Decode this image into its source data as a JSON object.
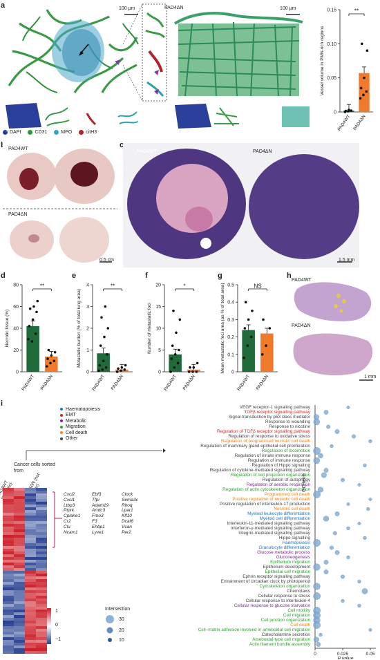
{
  "panels": {
    "a": "a",
    "b": "b",
    "c": "c",
    "d": "d",
    "e": "e",
    "f": "f",
    "g": "g",
    "h": "h",
    "i": "i"
  },
  "panel_a": {
    "wt_label": "PAD4WT",
    "dn_label": "PAD4ΔN",
    "scale1": "100 μm",
    "scale2": "100 μm",
    "legend": [
      {
        "name": "DAPI",
        "color": "#2a3f9a"
      },
      {
        "name": "CD31",
        "color": "#2e9a3e"
      },
      {
        "name": "MPO",
        "color": "#36a3c4"
      },
      {
        "name": "citH3",
        "color": "#b0222c"
      }
    ]
  },
  "panel_b": {
    "wt_label": "PAD4WT",
    "dn_label": "PAD4ΔN",
    "scale": "0.5 cm"
  },
  "panel_c": {
    "wt_label": "PAD4WT",
    "dn_label": "PAD4ΔN",
    "scale": "1.5 mm"
  },
  "panel_h": {
    "wt_label": "PAD4WT",
    "dn_label": "PAD4ΔN",
    "scale": "1 mm"
  },
  "panel_i": {
    "legend_items": [
      {
        "name": "Haematopoiesis",
        "color": "#1f77b4"
      },
      {
        "name": "EMT",
        "color": "#d62728"
      },
      {
        "name": "Metabolic",
        "color": "#7b2a8c"
      },
      {
        "name": "Migration",
        "color": "#2ca02c"
      },
      {
        "name": "Cell death",
        "color": "#ff7f0e"
      },
      {
        "name": "Other",
        "color": "#444444"
      }
    ],
    "sorted_from": "Cancer cells sorted from",
    "col1": "PAD4WT (necrotic)",
    "col2": "PAD4ΔN (not necrotic)",
    "gene_col1": "Cxcl2\nCxcl1\nLtbp3\nPtprk\nCplane1\nCr2\nClu\nNcam1",
    "gene_col2": "Ebf3\nTfpi\nAdam19\nArrdc3\nFmo3\nF3\nEhbp1\nLyve1",
    "gene_col3": "Clock\nSema3c\nRhoq\nLpar1\nKlf10\nDcaf6\nVcan\nPer2",
    "colorbar_ticks": [
      "1",
      "0",
      "−1"
    ],
    "intersection_title": "Intersection",
    "intersection_sizes": [
      "30",
      "20",
      "10"
    ],
    "go_axis_label": "GO term",
    "p_axis_label": "P value",
    "x_ticks": [
      "0",
      "0.025",
      "0.05"
    ]
  },
  "chart_data": [
    {
      "type": "bar",
      "panel": "a",
      "categories": [
        "PAD4WT",
        "PAD4ΔN"
      ],
      "values": [
        0.002,
        0.057
      ],
      "points": [
        [
          0,
          0.001,
          0.002,
          0.0015,
          0.003
        ],
        [
          0.02,
          0.025,
          0.03,
          0.035,
          0.05,
          0.09,
          0.1
        ]
      ],
      "ylabel": "Vessel volume in PMN-rich regions",
      "ylim": [
        0,
        0.15
      ],
      "yticks": [
        "0",
        "0.05",
        "0.10",
        "0.15"
      ],
      "significance": "**"
    },
    {
      "type": "bar",
      "panel": "d",
      "categories": [
        "PAD4WT",
        "PAD4ΔN"
      ],
      "values": [
        42,
        14
      ],
      "points": [
        [
          30,
          28,
          35,
          42,
          48,
          55,
          58,
          60,
          65
        ],
        [
          5,
          8,
          10,
          12,
          15,
          18,
          20
        ]
      ],
      "ylabel": "Necrotic tissue (%)",
      "ylim": [
        0,
        80
      ],
      "yticks": [
        "0",
        "20",
        "40",
        "60",
        "80"
      ],
      "significance": "**"
    },
    {
      "type": "bar",
      "panel": "e",
      "categories": [
        "PAD4WT",
        "PAD4ΔN"
      ],
      "values": [
        0.85,
        0.1
      ],
      "points": [
        [
          0.05,
          0.1,
          0.2,
          0.3,
          0.5,
          0.8,
          1.2,
          1.6,
          2.0,
          2.5,
          3.0
        ],
        [
          0,
          0.05,
          0.1,
          0.15,
          0.2,
          0.3
        ]
      ],
      "ylabel": "Metastatic burden (% of total lung area)",
      "ylim": [
        0,
        4
      ],
      "yticks": [
        "0",
        "1",
        "2",
        "3",
        "4"
      ],
      "significance": "**"
    },
    {
      "type": "bar",
      "panel": "f",
      "categories": [
        "PAD4WT",
        "PAD4ΔN"
      ],
      "values": [
        4,
        0.5
      ],
      "points": [
        [
          0,
          1,
          2,
          3,
          4,
          5,
          6,
          9,
          12,
          14
        ],
        [
          0,
          0,
          0,
          1,
          1,
          2
        ]
      ],
      "ylabel": "Number of metastatic foci",
      "ylim": [
        0,
        20
      ],
      "yticks": [
        "0",
        "5",
        "10",
        "15",
        "20"
      ],
      "significance": "*"
    },
    {
      "type": "bar",
      "panel": "g",
      "categories": [
        "PAD4WT",
        "PAD4ΔN"
      ],
      "values": [
        0.24,
        0.22
      ],
      "points": [
        [
          0.08,
          0.15,
          0.2,
          0.25,
          0.3,
          0.35,
          0.4
        ],
        [
          0.1,
          0.15,
          0.25,
          0.3
        ]
      ],
      "ylabel": "Mean metastatic foci area (as % of total area)",
      "ylim": [
        0,
        0.5
      ],
      "yticks": [
        "0",
        "0.1",
        "0.2",
        "0.3",
        "0.4",
        "0.5"
      ],
      "significance": "NS"
    },
    {
      "type": "scatter",
      "panel": "i",
      "xlabel": "P value",
      "xlim": [
        0,
        0.055
      ],
      "terms": [
        {
          "label": "VEGF receptor-1 signalling pathway",
          "category": "Other",
          "p": 0.03,
          "size": 8
        },
        {
          "label": "TGFβ receptor signalling pathway",
          "category": "EMT",
          "p": 0.01,
          "size": 15
        },
        {
          "label": "Signal transduction by p53 class mediator",
          "category": "Other",
          "p": 0.0,
          "size": 20
        },
        {
          "label": "Response to wounding",
          "category": "Other",
          "p": 0.0,
          "size": 25
        },
        {
          "label": "Response to nicotine",
          "category": "Other",
          "p": 0.012,
          "size": 12
        },
        {
          "label": "Regulation of TGFβ receptor signalling pathway",
          "category": "EMT",
          "p": 0.02,
          "size": 15
        },
        {
          "label": "Regulation of response to oxidative stress",
          "category": "Other",
          "p": 0.035,
          "size": 12
        },
        {
          "label": "Regulation of programmed necrotic cell death",
          "category": "Cell death",
          "p": 0.05,
          "size": 10
        },
        {
          "label": "Regulation of mammary gland epithelial cell proliferation",
          "category": "Other",
          "p": 0.015,
          "size": 10
        },
        {
          "label": "Regulation of locomotion",
          "category": "Migration",
          "p": 0.0,
          "size": 30
        },
        {
          "label": "Regulation of innate immune response",
          "category": "Other",
          "p": 0.005,
          "size": 18
        },
        {
          "label": "Regulation of immune response",
          "category": "Other",
          "p": 0.0,
          "size": 25
        },
        {
          "label": "Regulation of Hippo signalling",
          "category": "Other",
          "p": 0.045,
          "size": 10
        },
        {
          "label": "Regulation of cytokine-mediated signalling pathway",
          "category": "Other",
          "p": 0.01,
          "size": 15
        },
        {
          "label": "Regulation of cell projection organization",
          "category": "Migration",
          "p": 0.008,
          "size": 20
        },
        {
          "label": "Regulation of autophagy",
          "category": "Other",
          "p": 0.025,
          "size": 12
        },
        {
          "label": "Regulation of aerobic respiration",
          "category": "Metabolic",
          "p": 0.04,
          "size": 8
        },
        {
          "label": "Regulation of actin cytoskeleton organization",
          "category": "Migration",
          "p": 0.005,
          "size": 20
        },
        {
          "label": "Programmed cell death",
          "category": "Cell death",
          "p": 0.0,
          "size": 30
        },
        {
          "label": "Positive regulation of necrotic cell death",
          "category": "Cell death",
          "p": 0.05,
          "size": 8
        },
        {
          "label": "Positive regulation of interleukin-17 production",
          "category": "Other",
          "p": 0.03,
          "size": 8
        },
        {
          "label": "Necrotic cell death",
          "category": "Cell death",
          "p": 0.048,
          "size": 10
        },
        {
          "label": "Myeloid leukocyte differentiation",
          "category": "Haematopoiesis",
          "p": 0.02,
          "size": 15
        },
        {
          "label": "Myeloid cell differentiation",
          "category": "Haematopoiesis",
          "p": 0.01,
          "size": 20
        },
        {
          "label": "Interleukin-11-mediated signalling pathway",
          "category": "Other",
          "p": 0.04,
          "size": 8
        },
        {
          "label": "Interferon-γ-mediated signalling pathway",
          "category": "Other",
          "p": 0.03,
          "size": 10
        },
        {
          "label": "Integrin-mediated signalling pathway",
          "category": "Other",
          "p": 0.018,
          "size": 12
        },
        {
          "label": "Hippo signalling",
          "category": "Other",
          "p": 0.045,
          "size": 10
        },
        {
          "label": "Haemopoiesis",
          "category": "Haematopoiesis",
          "p": 0.0,
          "size": 30
        },
        {
          "label": "Granulocyte differentiation",
          "category": "Haematopoiesis",
          "p": 0.015,
          "size": 12
        },
        {
          "label": "Glucose metabolic process",
          "category": "Metabolic",
          "p": 0.02,
          "size": 15
        },
        {
          "label": "Gluconeogenesis",
          "category": "Metabolic",
          "p": 0.03,
          "size": 10
        },
        {
          "label": "Epithelium migration",
          "category": "Migration",
          "p": 0.01,
          "size": 15
        },
        {
          "label": "Epithelium development",
          "category": "Other",
          "p": 0.0,
          "size": 28
        },
        {
          "label": "Epithelial cell migration",
          "category": "Migration",
          "p": 0.01,
          "size": 15
        },
        {
          "label": "Ephrin receptor signalling pathway",
          "category": "Other",
          "p": 0.025,
          "size": 12
        },
        {
          "label": "Entrainment of circadian clock by photoperiod",
          "category": "Other",
          "p": 0.04,
          "size": 10
        },
        {
          "label": "Cytoskeleton organization",
          "category": "Migration",
          "p": 0.0,
          "size": 28
        },
        {
          "label": "Chemotaxis",
          "category": "Other",
          "p": 0.045,
          "size": 22
        },
        {
          "label": "Cellular response to stress",
          "category": "Other",
          "p": 0.0,
          "size": 30
        },
        {
          "label": "Cellular response to interleukin-4",
          "category": "Other",
          "p": 0.025,
          "size": 10
        },
        {
          "label": "Cellular response to glucose starvation",
          "category": "Metabolic",
          "p": 0.04,
          "size": 10
        },
        {
          "label": "Cell motility",
          "category": "Migration",
          "p": 0.0,
          "size": 30
        },
        {
          "label": "Cell migration",
          "category": "Migration",
          "p": 0.0,
          "size": 30
        },
        {
          "label": "Cell junction organization",
          "category": "Migration",
          "p": 0.0,
          "size": 28
        },
        {
          "label": "Cell death",
          "category": "Cell death",
          "p": 0.0,
          "size": 30
        },
        {
          "label": "Cell–matrix adhesion involved in ameboidal cell migration",
          "category": "Migration",
          "p": 0.05,
          "size": 8
        },
        {
          "label": "Catecholamine secretion",
          "category": "Other",
          "p": 0.005,
          "size": 10
        },
        {
          "label": "Ameboidal-type cell migration",
          "category": "Migration",
          "p": 0.0,
          "size": 20
        },
        {
          "label": "Actin filament bundle assembly",
          "category": "Migration",
          "p": 0.003,
          "size": 15
        }
      ]
    }
  ]
}
